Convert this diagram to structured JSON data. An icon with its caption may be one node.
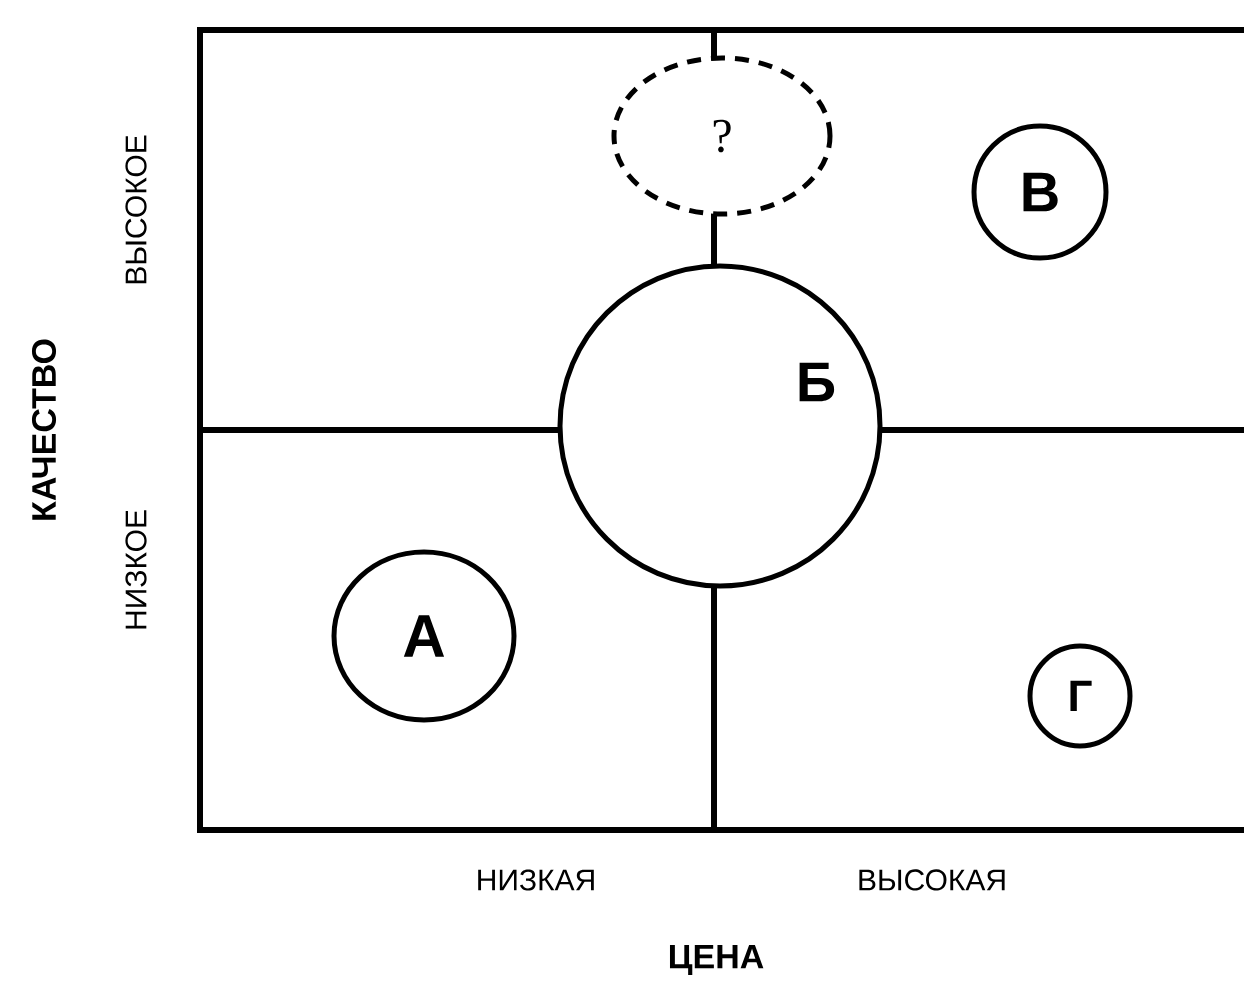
{
  "diagram": {
    "nodes": [
      {
        "text": [
          "?"
        ]
      },
      {
        "text": [
          "В"
        ]
      },
      {
        "text": [
          "Б"
        ]
      },
      {
        "text": [
          "А"
        ]
      },
      {
        "text": [
          "Г"
        ]
      }
    ],
    "labels": [
      "КАЧЕСТВО",
      "ВЫСОКОЕ",
      "НИЗКОЕ",
      "НИЗКАЯ",
      "ВЫСОКАЯ",
      "ЦЕНА"
    ]
  }
}
